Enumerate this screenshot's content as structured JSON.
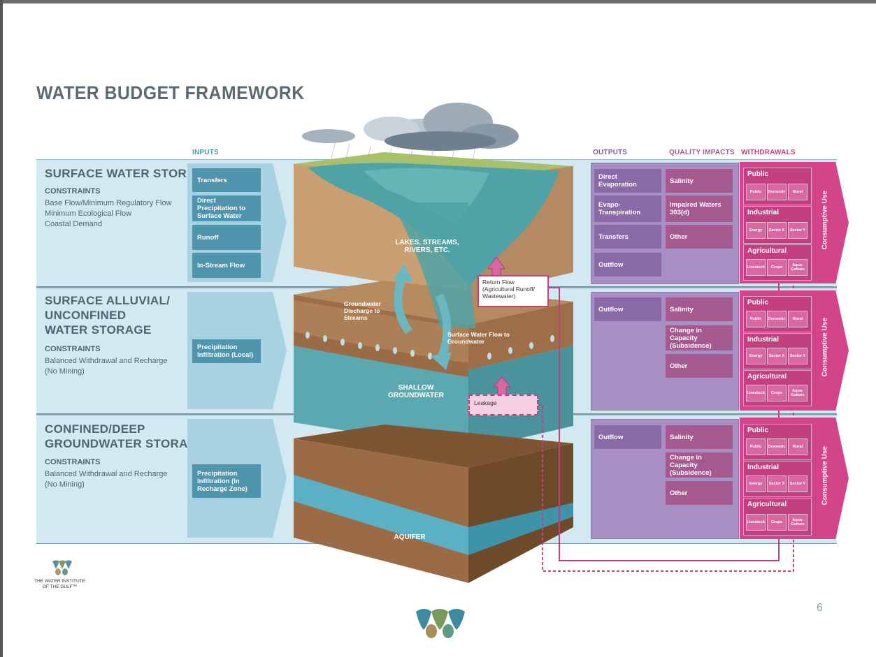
{
  "title": "WATER BUDGET FRAMEWORK",
  "headers": {
    "inputs": "INPUTS",
    "outputs": "OUTPUTS",
    "quality": "QUALITY IMPACTS",
    "withdrawals": "WITHDRAWALS"
  },
  "sections": [
    {
      "title_lines": [
        "SURFACE WATER STORAGE"
      ],
      "constraints_label": "CONSTRAINTS",
      "constraints": [
        "Base Flow/Minimum Regulatory Flow",
        "Minimum Ecological Flow",
        "Coastal Demand"
      ],
      "inputs": [
        "Transfers",
        "Direct Precipitation to Surface Water",
        "Runoff",
        "In-Stream Flow"
      ],
      "outputs": [
        "Direct Evaporation",
        "Evapo-Transpiration",
        "Transfers",
        "Outflow"
      ],
      "quality": [
        "Salinity",
        "Impaired Waters 303(d)",
        "Other"
      ]
    },
    {
      "title_lines": [
        "SURFACE ALLUVIAL/",
        "UNCONFINED",
        "WATER STORAGE"
      ],
      "constraints_label": "CONSTRAINTS",
      "constraints": [
        "Balanced Withdrawal and Recharge",
        "(No Mining)"
      ],
      "inputs": [
        "Precipitation Infiltration (Local)"
      ],
      "outputs": [
        "Outflow"
      ],
      "quality": [
        "Salinity",
        "Change in Capacity (Subsidence)",
        "Other"
      ]
    },
    {
      "title_lines": [
        "CONFINED/DEEP",
        "GROUNDWATER STORAGE"
      ],
      "constraints_label": "CONSTRAINTS",
      "constraints": [
        "Balanced Withdrawal and Recharge",
        "(No Mining)"
      ],
      "inputs": [
        "Precipitation Infiltration (In Recharge Zone)"
      ],
      "outputs": [
        "Outflow"
      ],
      "quality": [
        "Salinity",
        "Change in Capacity (Subsidence)",
        "Other"
      ]
    }
  ],
  "withdrawals": {
    "groups": [
      {
        "label": "Public",
        "subs": [
          "Public",
          "Domestic",
          "Rural"
        ]
      },
      {
        "label": "Industrial",
        "subs": [
          "Energy",
          "Sector X",
          "Sector Y"
        ]
      },
      {
        "label": "Agricultural",
        "subs": [
          "Livestock",
          "Crops",
          "Aqua-Culture"
        ]
      }
    ],
    "consumptive_use": "Consumptive Use"
  },
  "diagram_labels": {
    "lakes": "LAKES, STREAMS, RIVERS, ETC.",
    "gw_discharge": "Groundwater Discharge to Streams",
    "sw_flow": "Surface Water Flow to Groundwater",
    "shallow": "SHALLOW GROUNDWATER",
    "aquifer": "AQUIFER",
    "return_flow": "Return Flow (Agricultural Runoff/ Wastewater)",
    "leakage": "Leakage"
  },
  "logo": {
    "line1": "THE WATER INSTITUTE",
    "line2": "OF THE GULF™"
  },
  "page_number": "6",
  "colors": {
    "title": "#5a6b73",
    "inputs": "#4e95ad",
    "outputs": "#8a6aa8",
    "quality": "#a55a8f",
    "withdrawals": "#c2407f"
  }
}
